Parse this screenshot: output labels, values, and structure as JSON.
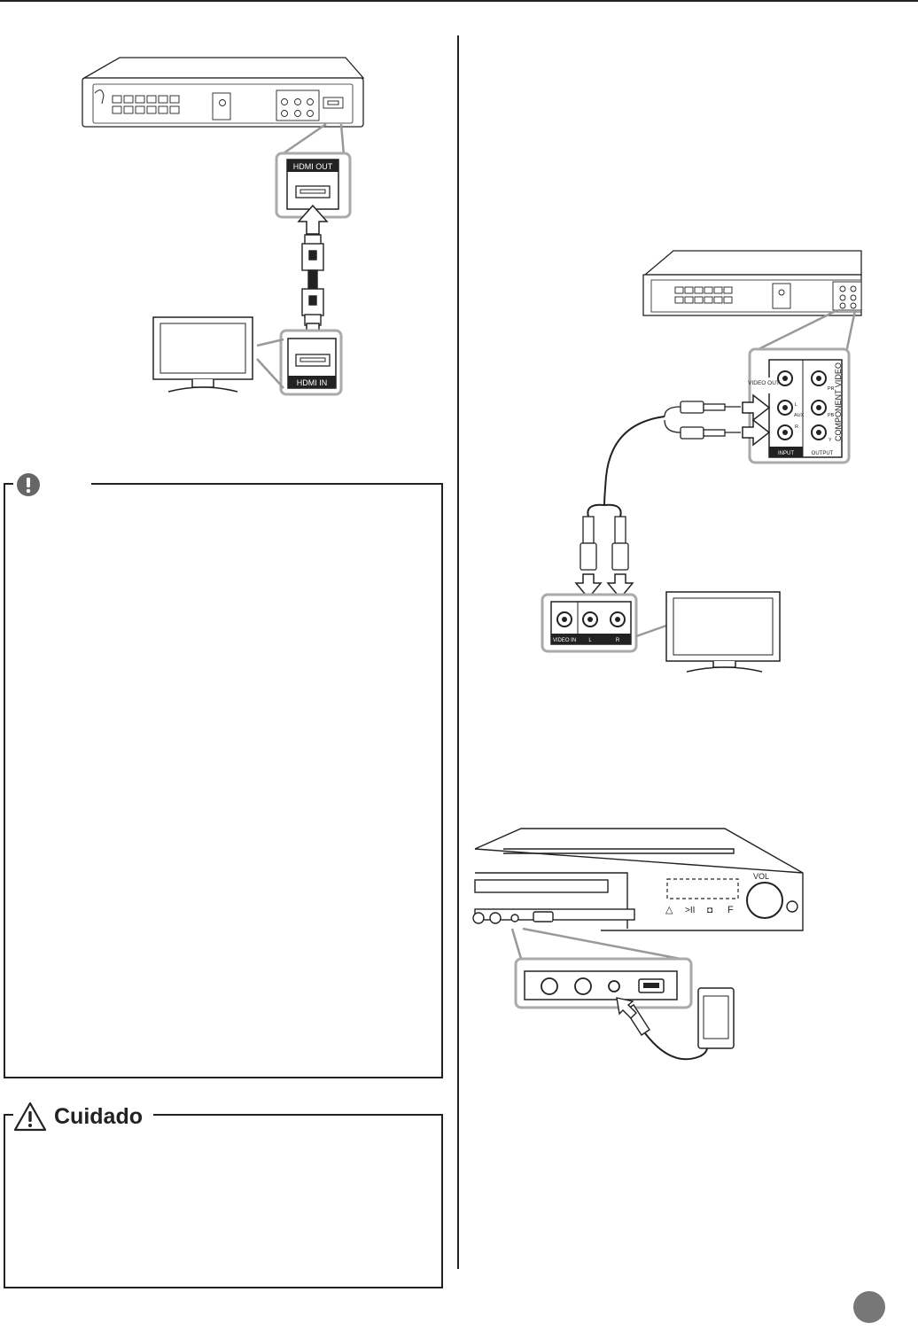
{
  "diagrams": {
    "hdmi": {
      "out_label": "HDMI OUT",
      "in_label": "HDMI IN"
    },
    "aux": {
      "video_out_label": "VIDEO OUT",
      "aux_label": "AUX",
      "l_label": "L",
      "r_label": "R",
      "pr_label": "PR",
      "pb_label": "PB",
      "y_label": "Y",
      "input_label": "INPUT",
      "output_label": "OUTPUT",
      "component_label": "COMPONENT VIDEO",
      "tv_video_in_label": "VIDEO IN",
      "tv_l_label": "L",
      "tv_r_label": "R"
    },
    "front": {
      "vol_label": "VOL"
    }
  },
  "note_box": {
    "icon": "exclamation-circle-icon"
  },
  "caution_box": {
    "title": "Cuidado",
    "icon": "warning-triangle-icon"
  },
  "colors": {
    "text": "#222222",
    "divider": "#222222",
    "note_icon": "#666666",
    "page_circle": "#777777"
  }
}
